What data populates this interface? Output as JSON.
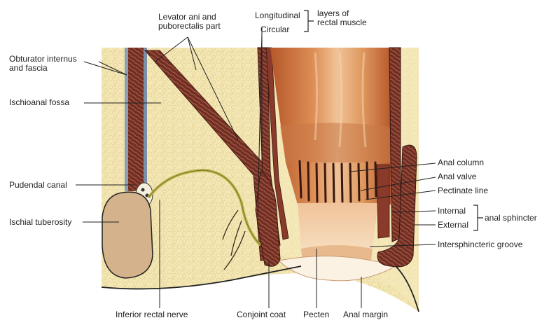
{
  "labels": {
    "obturator": [
      "Obturator internus",
      "and fascia"
    ],
    "ischioanal_fossa": "Ischioanal fossa",
    "pudendal_canal": "Pudendal canal",
    "ischial_tuberosity": "Ischial tuberosity",
    "levator": [
      "Levator ani and",
      "puborectalis part"
    ],
    "longitudinal": "Longitudinal",
    "circular": "Circular",
    "layers_of_rectal_muscle": [
      "layers of",
      "rectal muscle"
    ],
    "anal_column": "Anal column",
    "anal_valve": "Anal valve",
    "pectinate_line": "Pectinate line",
    "internal": "Internal",
    "external": "External",
    "anal_sphincter": "anal sphincter",
    "intersphincteric_groove": "Intersphincteric groove",
    "inferior_rectal_nerve": "Inferior rectal nerve",
    "conjoint_coat": "Conjoint coat",
    "pecten": "Pecten",
    "anal_margin": "Anal margin"
  },
  "colors": {
    "fat": "#f4e7b4",
    "fat_cells": "#e4d59a",
    "muscle": "#6e2e22",
    "muscle_fibers": "#a35545",
    "fascia": "#7a8fa8",
    "rectum_dark": "#c26a35",
    "rectum_light": "#f1c79a",
    "pecten": "#f2cfa2",
    "tuberosity": "#d4b38c",
    "nerve": "#b9b24a",
    "skin": "#fbf2e4"
  }
}
